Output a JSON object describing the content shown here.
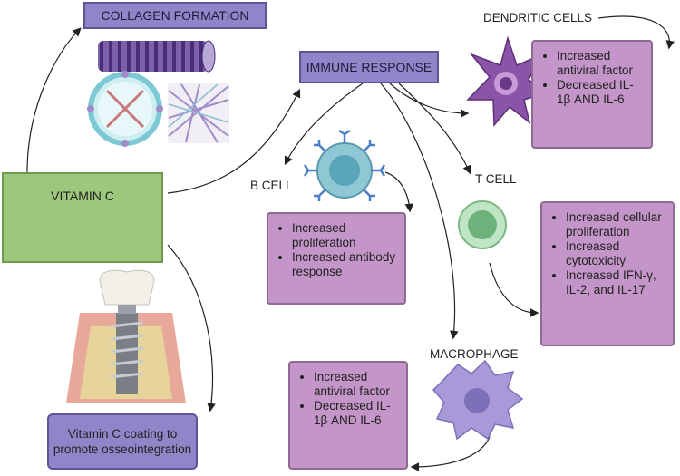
{
  "headers": {
    "collagen": "COLLAGEN FORMATION",
    "immune": "IMMUNE RESPONSE",
    "vitamin_c": "VITAMIN C",
    "coating": "Vitamin C coating to promote osseointegration"
  },
  "cell_labels": {
    "dendritic": "DENDRITIC CELLS",
    "b_cell": "B CELL",
    "t_cell": "T CELL",
    "macrophage": "MACROPHAGE"
  },
  "effects": {
    "dendritic": [
      "Increased antiviral factor",
      "Decreased IL-1β AND IL-6"
    ],
    "b_cell": [
      "Increased proliferation",
      "Increased antibody response"
    ],
    "t_cell": [
      "Increased cellular proliferation",
      "Increased cytotoxicity",
      "Increased IFN-γ, IL-2, and IL-17"
    ],
    "macrophage": [
      "Increased antiviral factor",
      "Decreased IL-1β AND IL-6"
    ]
  },
  "colors": {
    "header_fill": "#8e86c8",
    "effect_box_fill": "#c495c8",
    "vitamin_c_fill": "#9cc77c",
    "dendritic_cell": "#8a55a8",
    "b_cell": "#8fc7d4",
    "t_cell": "#8fd09a",
    "macrophage": "#a89ad8"
  }
}
